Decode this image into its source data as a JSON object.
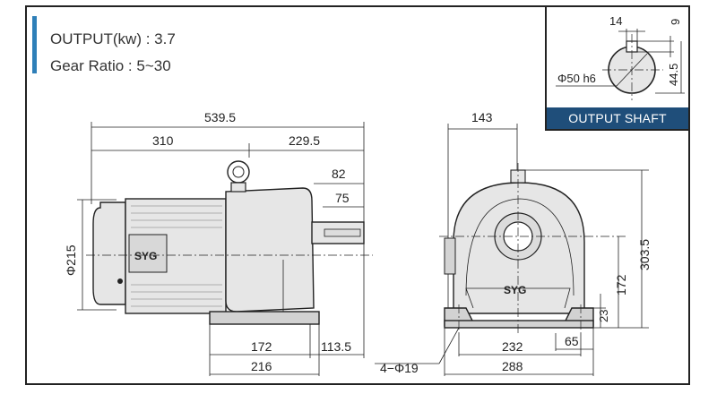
{
  "specs": {
    "output": "OUTPUT(kw) : 3.7",
    "gear_ratio": "Gear Ratio : 5~30"
  },
  "inset": {
    "label": "OUTPUT SHAFT",
    "dim_key_width": "14",
    "dim_key_depth": "9",
    "dim_shaft_height": "44.5",
    "dim_diameter": "Φ50 h6"
  },
  "side_view": {
    "dim_total_length": "539.5",
    "dim_motor_length": "310",
    "dim_gear_length": "229.5",
    "dim_shaft_82": "82",
    "dim_shaft_75": "75",
    "dim_diameter": "Φ215",
    "dim_base_172": "172",
    "dim_base_216": "216",
    "dim_offset": "113.5",
    "brand": "SYG"
  },
  "front_view": {
    "dim_width_143": "143",
    "dim_height_303": "303.5",
    "dim_height_172": "172",
    "dim_foot_23": "23",
    "dim_foot_65": "65",
    "dim_base_232": "232",
    "dim_base_288": "288",
    "dim_holes": "4−Φ19",
    "brand": "SYG"
  },
  "colors": {
    "frame": "#222222",
    "accent": "#2e7fb8",
    "label_bg": "#1f4e7a",
    "body_fill": "#e6e6e6"
  }
}
